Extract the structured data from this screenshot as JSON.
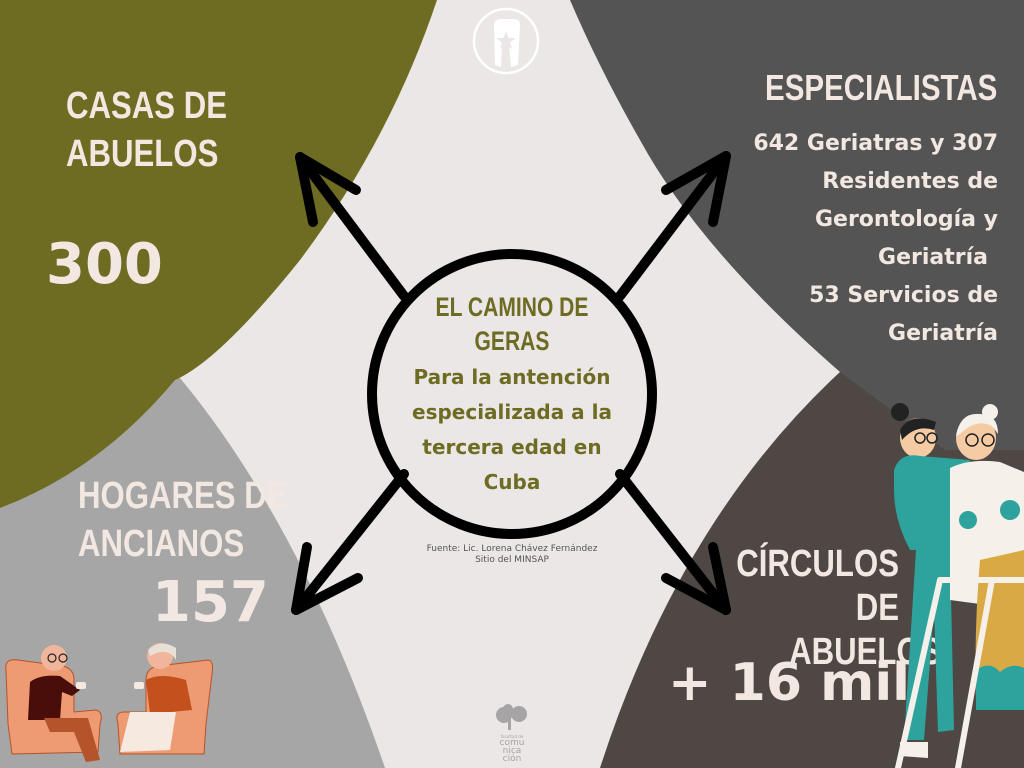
{
  "center": {
    "title_line1": "El camino de",
    "title_line2": "Geras",
    "subtitle_lines": [
      "Para la antención",
      "especializada a la",
      "tercera edad en",
      "Cuba"
    ]
  },
  "top_left": {
    "heading_line1": "Casas de",
    "heading_line2": "abuelos",
    "value": "300"
  },
  "top_right": {
    "heading": "Especialistas",
    "lines": [
      "642  Geriatras y 307",
      "Residentes de",
      "Gerontología y",
      "Geriatría",
      "53 Servicios de",
      "Geriatría"
    ]
  },
  "bottom_left": {
    "heading_line1": "Hogares de",
    "heading_line2": "ancianos",
    "value": "157"
  },
  "bottom_right": {
    "heading_line1": "Círculos de",
    "heading_line2": "abuelos",
    "value": "+ 16 mil"
  },
  "source": {
    "line1": "Fuente: Lic. Lorena Chávez Fernández",
    "line2": "Sitio del MINSAP"
  },
  "footer_logo": {
    "small": "facultad de",
    "line1": "comu",
    "line2": "nica",
    "line3": "ción"
  },
  "colors": {
    "olive": "#6e6b22",
    "dark_gray": "#545454",
    "mid_gray": "#a6a6a6",
    "taupe": "#4e4744",
    "background": "#ebe7e6",
    "cream_text": "#f2e8e1",
    "teal": "#2ea39e",
    "mustard": "#d9a944",
    "peach": "#e8936a"
  }
}
